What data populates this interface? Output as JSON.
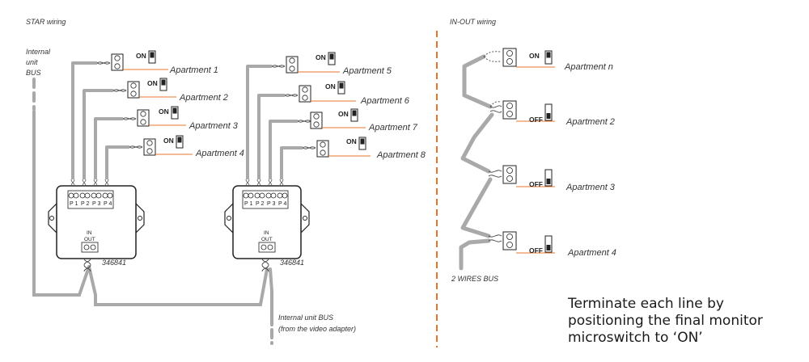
{
  "headings": {
    "star": "STAR wiring",
    "inout": "IN-OUT wiring"
  },
  "labels": {
    "internal_unit_bus_top": [
      "Internal",
      "unit",
      "BUS"
    ],
    "internal_unit_bus_bottom": [
      "Internal unit BUS",
      "(from the video adapter)"
    ],
    "two_wires_bus": "2 WIRES BUS",
    "device_code_left": "346841",
    "device_code_right": "346841"
  },
  "star_apartments_left": [
    {
      "name": "Apartment 1",
      "switch": "ON"
    },
    {
      "name": "Apartment 2",
      "switch": "ON"
    },
    {
      "name": "Apartment 3",
      "switch": "ON"
    },
    {
      "name": "Apartment 4",
      "switch": "ON"
    }
  ],
  "star_apartments_right": [
    {
      "name": "Apartment 5",
      "switch": "ON"
    },
    {
      "name": "Apartment 6",
      "switch": "ON"
    },
    {
      "name": "Apartment 7",
      "switch": "ON"
    },
    {
      "name": "Apartment 8",
      "switch": "ON"
    }
  ],
  "inout_apartments": [
    {
      "name": "Apartment  n",
      "switch": "ON"
    },
    {
      "name": "Apartment 2",
      "switch": "OFF"
    },
    {
      "name": "Apartment 3",
      "switch": "OFF"
    },
    {
      "name": "Apartment 4",
      "switch": "OFF"
    }
  ],
  "box": {
    "ports": [
      "P 1",
      "P 2",
      "P 3",
      "P 4"
    ],
    "in": "IN",
    "out": "OUT"
  },
  "note_lines": [
    "Terminate each line by",
    "positioning the final monitor",
    "microswitch to ‘ON’"
  ],
  "colors": {
    "cable": "#a9a9a9",
    "accent": "#e8742a",
    "divider": "#e8742a",
    "ink": "#222222"
  }
}
